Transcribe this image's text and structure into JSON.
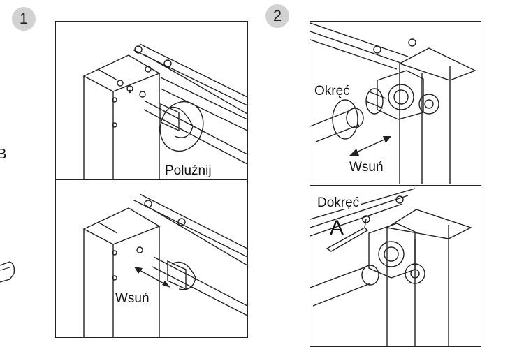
{
  "steps": {
    "one": "1",
    "two": "2"
  },
  "labels": {
    "loosen": "Poluźnij",
    "slide_in_left": "Wsuń",
    "screw_on": "Okręć",
    "slide_in_right": "Wsuń",
    "tighten": "Dokręć",
    "part_letter": "A"
  },
  "edge_text": "B"
}
